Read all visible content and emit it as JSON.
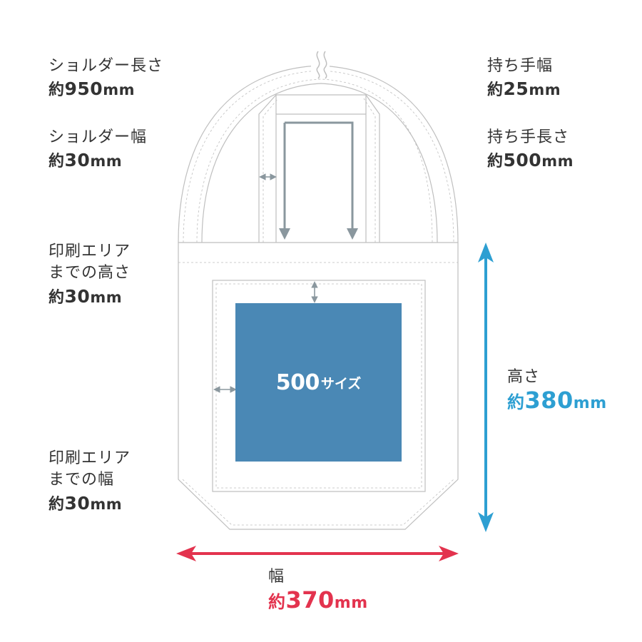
{
  "colors": {
    "outline": "#bfbfbf",
    "inner_arrow": "#8a979e",
    "print_area": "#4a88b5",
    "height_arrow": "#2d9fd2",
    "width_arrow": "#e3334e",
    "label_text": "#333333"
  },
  "labels": {
    "shoulder_length": {
      "title": "ショルダー長さ",
      "prefix": "約",
      "number": "950",
      "unit": "mm"
    },
    "shoulder_width": {
      "title": "ショルダー幅",
      "prefix": "約",
      "number": "30",
      "unit": "mm"
    },
    "print_top": {
      "title_line1": "印刷エリア",
      "title_line2": "までの高さ",
      "prefix": "約",
      "number": "30",
      "unit": "mm"
    },
    "print_side": {
      "title_line1": "印刷エリア",
      "title_line2": "までの幅",
      "prefix": "約",
      "number": "30",
      "unit": "mm"
    },
    "handle_width": {
      "title": "持ち手幅",
      "prefix": "約",
      "number": "25",
      "unit": "mm"
    },
    "handle_length": {
      "title": "持ち手長さ",
      "prefix": "約",
      "number": "500",
      "unit": "mm"
    },
    "height": {
      "title": "高さ",
      "prefix": "約",
      "number": "380",
      "unit": "mm"
    },
    "width": {
      "title": "幅",
      "prefix": "約",
      "number": "370",
      "unit": "mm"
    }
  },
  "print_area": {
    "number": "500",
    "suffix": "サイズ"
  }
}
